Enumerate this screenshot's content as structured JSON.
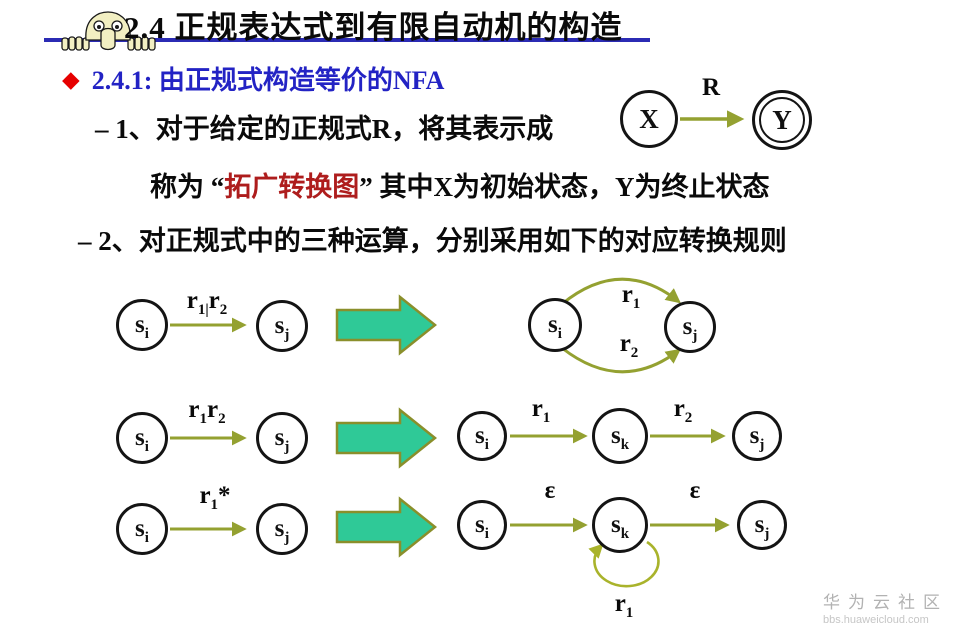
{
  "header": {
    "title": "2.4  正规表达式到有限自动机的构造",
    "mascot_icon": "peeking-face-icon",
    "underline_color": "#2b2bb4"
  },
  "section": {
    "bullet": "◆",
    "bullet_color": "#e60000",
    "heading": "2.4.1:  由正规式构造等价的NFA",
    "heading_color": "#2323c4"
  },
  "body": {
    "item1": "– 1、对于给定的正规式R，将其表示成",
    "item1b": {
      "pre": "称为 “",
      "highlight": "拓广转换图",
      "highlight_color": "#ae1d1d",
      "post": "” 其中X为初始状态，Y为终止状态"
    },
    "item2": "– 2、对正规式中的三种运算，分别采用如下的对应转换规则"
  },
  "diagram": {
    "colors": {
      "edge": "#94a131",
      "loop": "#a9b32b",
      "block_arrow_fill": "#2fc997",
      "block_arrow_border": "#8a8f2b",
      "node_border": "#141414"
    },
    "augmented_graph": {
      "start": "X",
      "accept": "Y",
      "edge": "R"
    },
    "rows": [
      {
        "rule": "alternation",
        "lhs": {
          "from": "s_i",
          "to": "s_j",
          "label": "r_1_|r_2"
        },
        "rhs": {
          "from": "s_i",
          "to": "s_j",
          "top_label": "r_1",
          "bottom_label": "r_2"
        }
      },
      {
        "rule": "concatenation",
        "lhs": {
          "from": "s_i",
          "to": "s_j",
          "label": "r_1r_2"
        },
        "rhs": {
          "from": "s_i",
          "mid": "s_k",
          "to": "s_j",
          "label1": "r_1",
          "label2": "r_2"
        }
      },
      {
        "rule": "closure",
        "lhs": {
          "from": "s_i",
          "to": "s_j",
          "label": "r_1*"
        },
        "rhs": {
          "from": "s_i",
          "mid": "s_k",
          "to": "s_j",
          "label1": "ε",
          "label2": "ε",
          "loop_label": "r_1"
        }
      }
    ]
  },
  "watermark": {
    "community": "华为云社区",
    "site": "bbs.huaweicloud.com"
  }
}
